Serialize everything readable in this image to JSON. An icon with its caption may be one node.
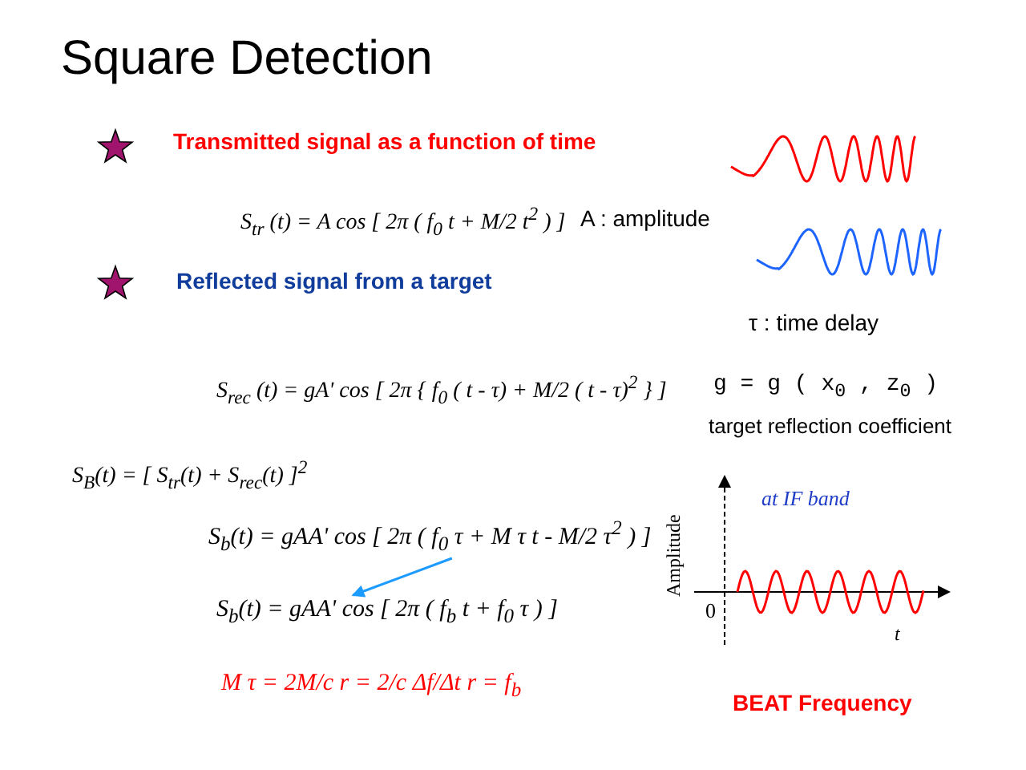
{
  "diagram": {
    "title": "Square Detection",
    "nodes": [
      {
        "text": [
          "S$_{b}$(t) = gAA' cos [ 2π ( f$_{0}$ τ + M τ t - M/2 τ$^{2}$ ) ]"
        ]
      },
      {
        "text": [
          "S$_{b}$(t) = gAA' cos [ 2π ( f$_{b}$ t + f$_{0}$ τ ) ]"
        ]
      }
    ],
    "edges": [
      {
        "from": 0,
        "to": 1,
        "arrow": "to"
      }
    ],
    "labels": [
      "Transmitted signal as a function of time",
      "S$_{tr}$ (t) = A cos [ 2π ( f$_{0}$ t + M/2 t$^{2}$ ) ]",
      "A : amplitude",
      "Reflected signal from a target",
      "τ : time delay",
      "S$_{rec}$ (t) = gA' cos [ 2π { f$_{0}$ ( t - τ) + M/2 ( t - τ)$^{2}$ } ]",
      "g = g ( x$_{0}$ , z$_{0}$ )",
      "target reflection coefficient",
      "S$_{B}$(t) = [ S$_{tr}$(t) + S$_{rec}$(t) ]$^{2}$",
      "at IF band",
      "Amplitude",
      "0",
      "t",
      "M τ = 2M/c r = 2/c Δf/Δt r = f$_{b}$",
      "BEAT Frequency"
    ]
  }
}
